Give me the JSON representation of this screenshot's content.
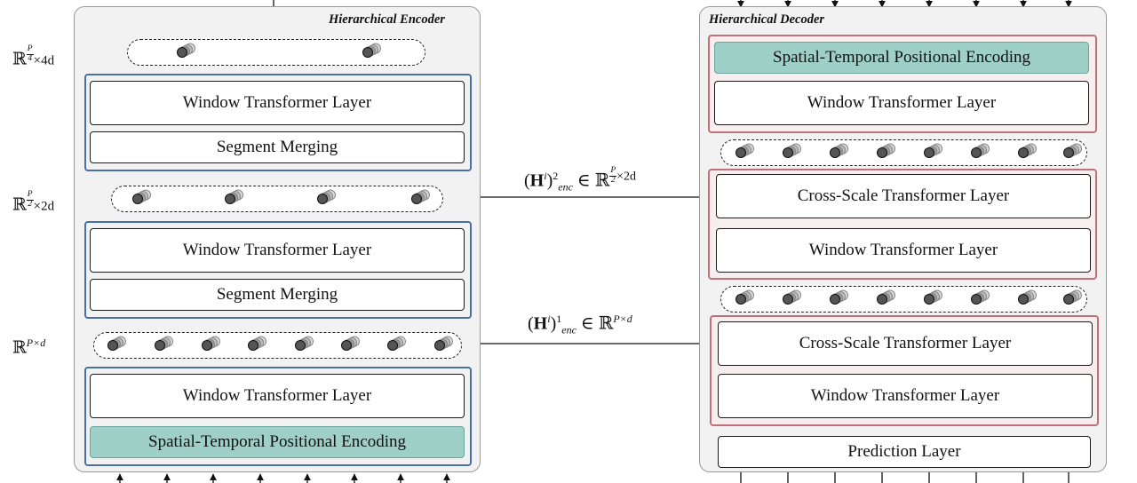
{
  "encoder": {
    "title": "Hierarchical Encoder",
    "window_transformer_layer": "Window Transformer Layer",
    "segment_merging": "Segment Merging",
    "positional_encoding": "Spatial-Temporal Positional Encoding",
    "dim_labels": {
      "scale3": {
        "frac_num": "P",
        "frac_den": "4",
        "suffix": "×4d"
      },
      "scale2": {
        "frac_num": "P",
        "frac_den": "2",
        "suffix": "×2d"
      },
      "scale1": {
        "sup": "P×d"
      }
    }
  },
  "decoder": {
    "title": "Hierarchical Decoder",
    "positional_encoding": "Spatial-Temporal Positional Encoding",
    "window_transformer_layer": "Window Transformer Layer",
    "cross_scale_transformer_layer": "Cross-Scale Transformer Layer",
    "prediction_layer": "Prediction Layer"
  },
  "connections": {
    "h2": {
      "base": "H",
      "sup_i": "i",
      "sup": "2",
      "sub": "enc",
      "in": "∈",
      "frac_num": "P",
      "frac_den": "2",
      "suffix": "×2d"
    },
    "h1": {
      "base": "H",
      "sup_i": "i",
      "sup": "1",
      "sub": "enc",
      "in": "∈",
      "space_sup": "P×d"
    }
  },
  "colors": {
    "encoder_group_border": "#4a6fa5",
    "decoder_group_border": "#c07078",
    "positional_encoding_fill": "#9fd0c8",
    "panel_fill": "#f2f2f2"
  }
}
